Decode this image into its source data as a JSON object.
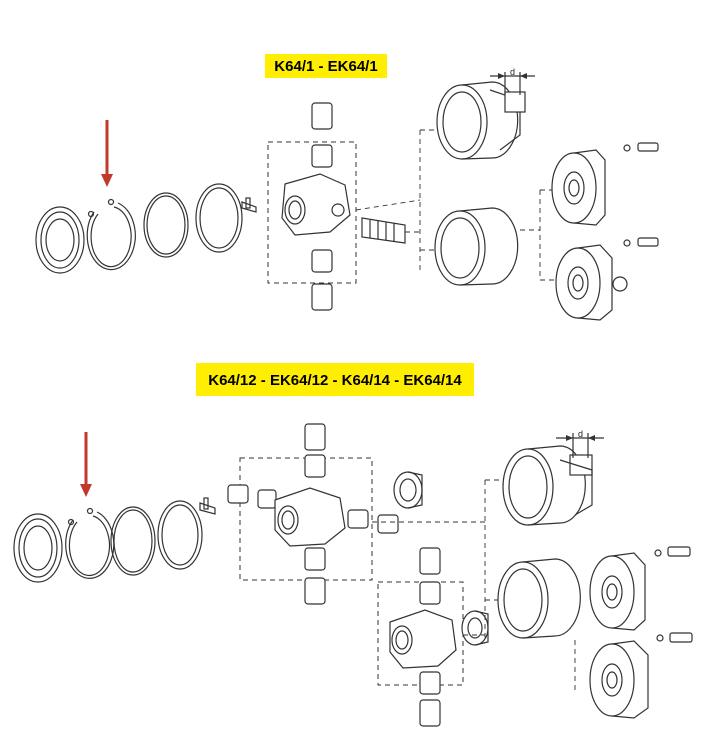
{
  "labels": {
    "top": "K64/1 - EK64/1",
    "bottom": "K64/12 - EK64/12 - K64/14 - EK64/14"
  },
  "dimension_marker": "d",
  "colors": {
    "label_bg": "#ffee00",
    "arrow": "#c0392b",
    "line": "#333333"
  }
}
